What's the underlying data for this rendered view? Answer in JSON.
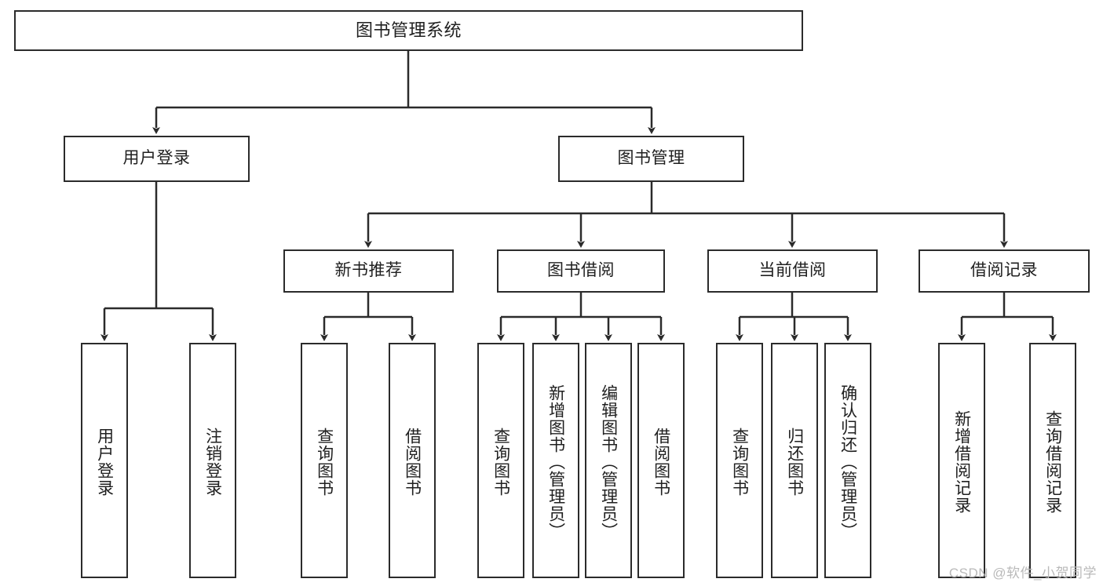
{
  "diagram": {
    "type": "tree",
    "title": "图书管理系统",
    "watermark": "CSDN @软件_小贺同学",
    "colors": {
      "border": "#2b2b2b",
      "background": "#ffffff",
      "text": "#202020",
      "watermark": "#b9b9b9"
    },
    "nodes": {
      "root": {
        "label": "图书管理系统"
      },
      "level2": [
        {
          "label": "用户登录"
        },
        {
          "label": "图书管理"
        }
      ],
      "level3": [
        {
          "label": "新书推荐"
        },
        {
          "label": "图书借阅"
        },
        {
          "label": "当前借阅"
        },
        {
          "label": "借阅记录"
        }
      ],
      "leaves": [
        {
          "label": "用户登录",
          "parent": "用户登录"
        },
        {
          "label": "注销登录",
          "parent": "用户登录"
        },
        {
          "label": "查询图书",
          "parent": "新书推荐"
        },
        {
          "label": "借阅图书",
          "parent": "新书推荐"
        },
        {
          "label": "查询图书",
          "parent": "图书借阅"
        },
        {
          "label": "新增图书（管理员）",
          "parent": "图书借阅"
        },
        {
          "label": "编辑图书（管理员）",
          "parent": "图书借阅"
        },
        {
          "label": "借阅图书",
          "parent": "图书借阅"
        },
        {
          "label": "查询图书",
          "parent": "当前借阅"
        },
        {
          "label": "归还图书",
          "parent": "当前借阅"
        },
        {
          "label": "确认归还（管理员）",
          "parent": "当前借阅"
        },
        {
          "label": "新增借阅记录",
          "parent": "借阅记录"
        },
        {
          "label": "查询借阅记录",
          "parent": "借阅记录"
        }
      ]
    }
  }
}
